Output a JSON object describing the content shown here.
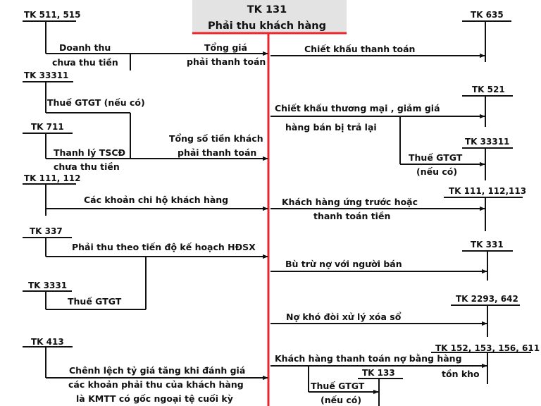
{
  "header": {
    "title_line1": "TK 131",
    "title_line2": "Phải thu khách hàng",
    "accent_color": "#e8262c",
    "header_bg": "#e3e3e3"
  },
  "accounts": {
    "tk511": "TK 511, 515",
    "tk33311_left": "TK 33311",
    "tk711": "TK 711",
    "tk111_left": "TK 111, 112",
    "tk337": "TK 337",
    "tk3331": "TK 3331",
    "tk413": "TK 413",
    "tk635": "TK 635",
    "tk521": "TK 521",
    "tk33311_right": "TK 33311",
    "tk111_right": "TK 111, 112,113",
    "tk331": "TK 331",
    "tk2293": "TK 2293, 642",
    "tk152": "TK 152, 153, 156, 611",
    "tk133": "TK 133"
  },
  "labels": {
    "doanh_thu": "Doanh thu",
    "chua_thu_tien_1": "chưa thu tiền",
    "tong_gia": "Tổng giá",
    "phai_thanh_toan_1": "phải thanh toán",
    "thue_gtgt_neu_co": "Thuế GTGT (nếu có)",
    "tong_so_tien": "Tổng số tiền khách",
    "phai_thanh_toan_2": "phải thanh toán",
    "thanh_ly_tscd": "Thanh lý TSCĐ",
    "chua_thu_tien_2": "chưa thu tiền",
    "chi_ho": "Các khoản chi hộ khách hàng",
    "phai_thu_tien_do": "Phải thu theo tiến độ kế hoạch HĐSX",
    "thue_gtgt_left": "Thuế GTGT",
    "chenh_lech_1": "Chênh lệch tỷ giá tăng khi đánh giá",
    "chenh_lech_2": "các khoản phải thu của khách hàng",
    "chenh_lech_3": "là KMTT có gốc ngoại tệ cuối kỳ",
    "chiet_khau_tt": "Chiết khấu thanh toán",
    "chiet_khau_tm": "Chiết khấu  thương mại , giảm giá",
    "hang_ban_tra_lai": "hàng bán bị trả lại",
    "thue_gtgt_right_1": "Thuế GTGT",
    "neu_co_1": "(nếu có)",
    "ung_truoc_1": "Khách hàng ứng trước hoặc",
    "ung_truoc_2": "thanh toán tiền",
    "bu_tru": "Bù trừ nợ với người bán",
    "no_kho_doi": "Nợ khó đòi xử lý xóa sổ",
    "thanh_toan_hang_1": "Khách hàng thanh toán nợ bằng hàng",
    "thanh_toan_hang_2": "tồn kho",
    "thue_gtgt_right_2": "Thuế GTGT",
    "neu_co_2": "(nếu có)"
  }
}
